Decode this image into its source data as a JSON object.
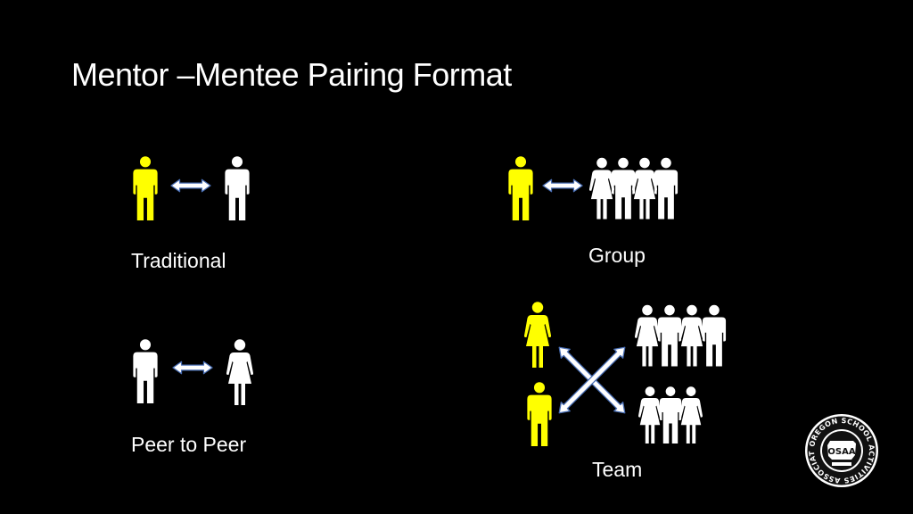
{
  "slide": {
    "title": "Mentor –Mentee Pairing Format"
  },
  "formats": {
    "traditional": {
      "label": "Traditional"
    },
    "group": {
      "label": "Group"
    },
    "peer": {
      "label": "Peer to Peer"
    },
    "team": {
      "label": "Team"
    }
  },
  "logo": {
    "ring_text": "OREGON SCHOOL ACTIVITIES ASSOCIATION",
    "center_text": "OSAA",
    "icon": "osaa-logo"
  },
  "colors": {
    "background": "#000000",
    "mentor": "#ffff00",
    "mentee": "#ffffff",
    "arrow_fill": "#ffffff",
    "arrow_stroke": "#4a6fb5"
  }
}
